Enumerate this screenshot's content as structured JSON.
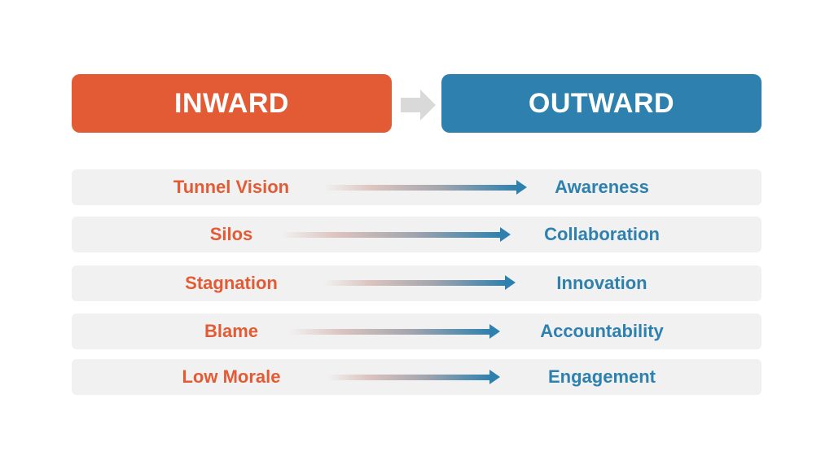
{
  "header": {
    "left_label": "INWARD",
    "right_label": "OUTWARD",
    "transition_icon": "right-arrow-icon"
  },
  "colors": {
    "inward": "#E35B35",
    "outward": "#2E81AE",
    "row_bg": "#F1F1F1",
    "gray_arrow": "#D9D9D9"
  },
  "rows": [
    {
      "from": "Tunnel Vision",
      "to": "Awareness"
    },
    {
      "from": "Silos",
      "to": "Collaboration"
    },
    {
      "from": "Stagnation",
      "to": "Innovation"
    },
    {
      "from": "Blame",
      "to": "Accountability"
    },
    {
      "from": "Low Morale",
      "to": "Engagement"
    }
  ]
}
